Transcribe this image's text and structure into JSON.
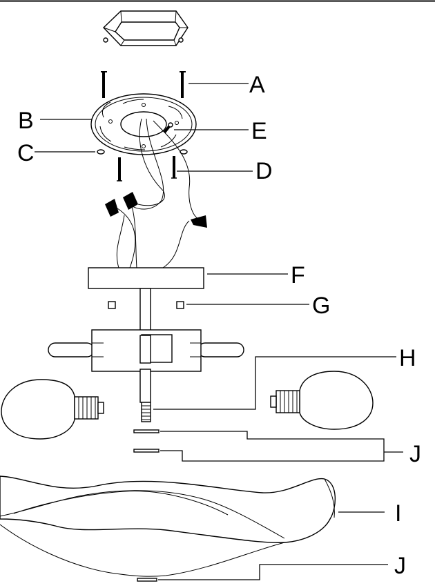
{
  "labels": {
    "a": "A",
    "b": "B",
    "c": "C",
    "d": "D",
    "e": "E",
    "f": "F",
    "g": "G",
    "h": "H",
    "i": "I",
    "j_upper": "J",
    "j_lower": "J"
  }
}
